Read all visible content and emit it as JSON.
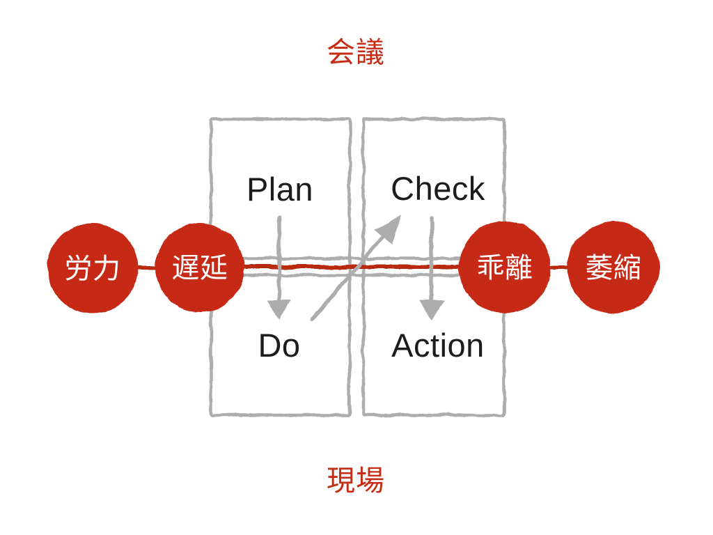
{
  "slide": {
    "top_label": "会議",
    "bottom_label": "現場"
  },
  "pdca": {
    "plan": "Plan",
    "do": "Do",
    "check": "Check",
    "action": "Action"
  },
  "nodes": {
    "effort": "労力",
    "delay": "遅延",
    "divergence": "乖離",
    "shrinkage": "萎縮"
  },
  "colors": {
    "red": "#c62c14",
    "red_line": "#b82a10",
    "gray": "#adadad",
    "black": "#1c1c1c",
    "white": "#ffffff"
  }
}
